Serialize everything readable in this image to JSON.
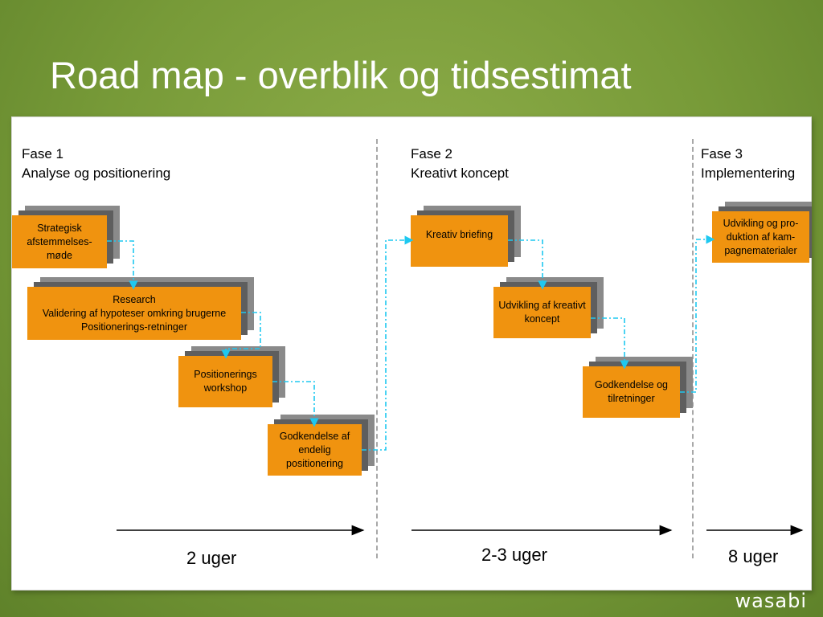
{
  "title": "Road map - overblik og tidsestimat",
  "phases": [
    {
      "label": "Fase 1",
      "name": "Analyse og positionering",
      "duration": "2 uger"
    },
    {
      "label": "Fase 2",
      "name": "Kreativt koncept",
      "duration": "2-3 uger"
    },
    {
      "label": "Fase 3",
      "name": "Implementering",
      "duration": "8 uger"
    }
  ],
  "steps": {
    "strategisk": "Strategisk afstemmelses-møde",
    "research_1": "Research",
    "research_2": "Validering af hypoteser omkring brugerne",
    "research_3": "Positionerings-retninger",
    "workshop": "Positionerings workshop",
    "godkendelse_pos": "Godkendelse af endelig positionering",
    "briefing": "Kreativ briefing",
    "udvikling_koncept": "Udvikling af kreativt koncept",
    "godkendelse_ret": "Godkendelse og tilretninger",
    "udvikling_kamp": "Udvikling og pro-duktion af kam-pagnematerialer"
  },
  "colors": {
    "box": "#f0930f",
    "connector": "#1ec8f0",
    "background": "#7a9b3a"
  },
  "logo": "wasabi"
}
